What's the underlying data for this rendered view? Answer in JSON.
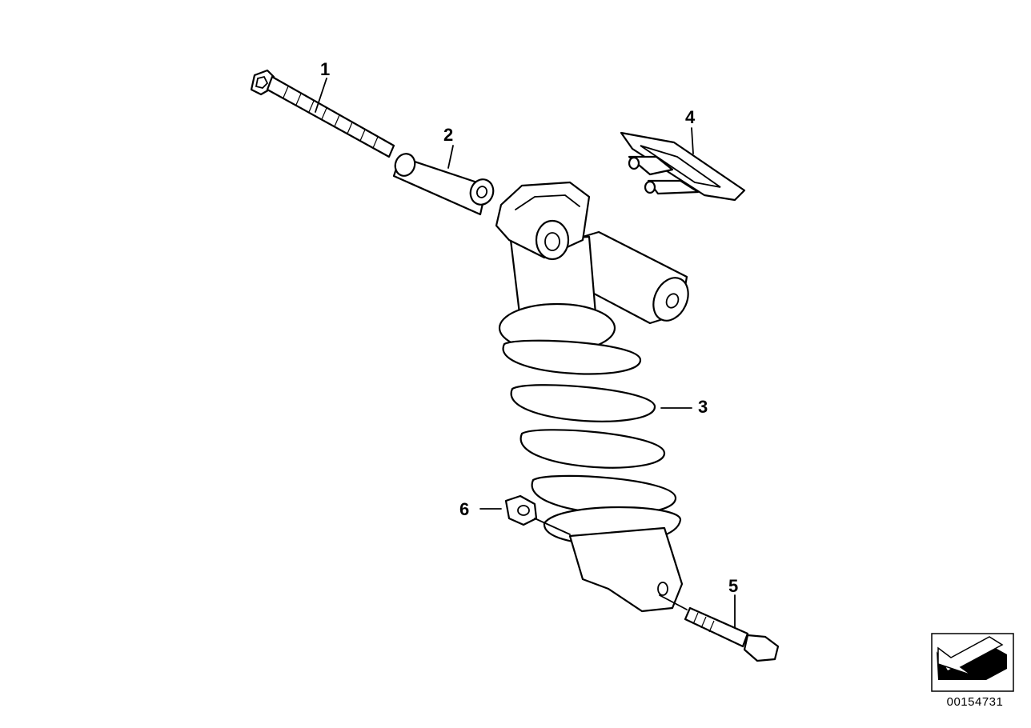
{
  "diagram": {
    "callouts": [
      {
        "id": "1",
        "label": "1"
      },
      {
        "id": "2",
        "label": "2"
      },
      {
        "id": "3",
        "label": "3"
      },
      {
        "id": "4",
        "label": "4"
      },
      {
        "id": "5",
        "label": "5"
      },
      {
        "id": "6",
        "label": "6"
      }
    ],
    "drawing_number": "00154731",
    "icons": [
      "navigation-arrow-icon"
    ]
  }
}
